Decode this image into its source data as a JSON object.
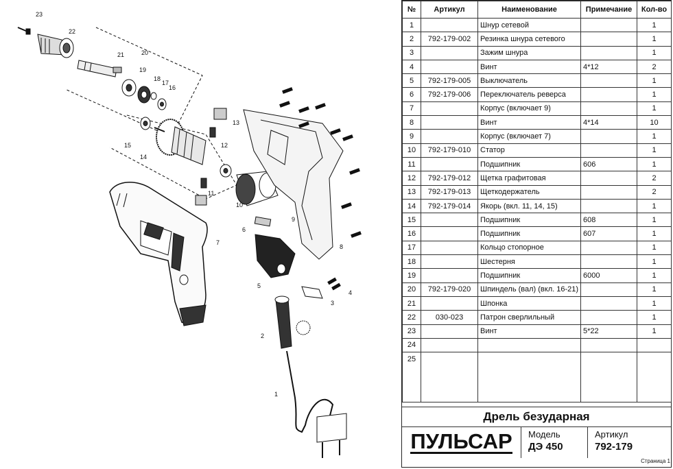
{
  "table": {
    "headers": [
      "№",
      "Артикул",
      "Наименование",
      "Примечание",
      "Кол-во"
    ],
    "rows": [
      {
        "no": "1",
        "article": "",
        "name": "Шнур сетевой",
        "note": "",
        "qty": "1"
      },
      {
        "no": "2",
        "article": "792-179-002",
        "name": "Резинка шнура сетевого",
        "note": "",
        "qty": "1"
      },
      {
        "no": "3",
        "article": "",
        "name": "Зажим шнура",
        "note": "",
        "qty": "1"
      },
      {
        "no": "4",
        "article": "",
        "name": "Винт",
        "note": "4*12",
        "qty": "2"
      },
      {
        "no": "5",
        "article": "792-179-005",
        "name": "Выключатель",
        "note": "",
        "qty": "1"
      },
      {
        "no": "6",
        "article": "792-179-006",
        "name": "Переключатель реверса",
        "note": "",
        "qty": "1"
      },
      {
        "no": "7",
        "article": "",
        "name": "Корпус (включает 9)",
        "note": "",
        "qty": "1"
      },
      {
        "no": "8",
        "article": "",
        "name": "Винт",
        "note": "4*14",
        "qty": "10"
      },
      {
        "no": "9",
        "article": "",
        "name": "Корпус (включает 7)",
        "note": "",
        "qty": "1"
      },
      {
        "no": "10",
        "article": "792-179-010",
        "name": "Статор",
        "note": "",
        "qty": "1"
      },
      {
        "no": "11",
        "article": "",
        "name": "Подшипник",
        "note": "606",
        "qty": "1"
      },
      {
        "no": "12",
        "article": "792-179-012",
        "name": "Щетка графитовая",
        "note": "",
        "qty": "2"
      },
      {
        "no": "13",
        "article": "792-179-013",
        "name": "Щеткодержатель",
        "note": "",
        "qty": "2"
      },
      {
        "no": "14",
        "article": "792-179-014",
        "name": "Якорь (вкл. 11, 14, 15)",
        "note": "",
        "qty": "1"
      },
      {
        "no": "15",
        "article": "",
        "name": "Подшипник",
        "note": "608",
        "qty": "1"
      },
      {
        "no": "16",
        "article": "",
        "name": "Подшипник",
        "note": "607",
        "qty": "1"
      },
      {
        "no": "17",
        "article": "",
        "name": "Кольцо стопорное",
        "note": "",
        "qty": "1"
      },
      {
        "no": "18",
        "article": "",
        "name": "Шестерня",
        "note": "",
        "qty": "1"
      },
      {
        "no": "19",
        "article": "",
        "name": "Подшипник",
        "note": "6000",
        "qty": "1"
      },
      {
        "no": "20",
        "article": "792-179-020",
        "name": "Шпиндель (вал) (вкл. 16-21)",
        "note": "",
        "qty": "1"
      },
      {
        "no": "21",
        "article": "",
        "name": "Шпонка",
        "note": "",
        "qty": "1"
      },
      {
        "no": "22",
        "article": "030-023",
        "name": "Патрон сверлильный",
        "note": "",
        "qty": "1"
      },
      {
        "no": "23",
        "article": "",
        "name": "Винт",
        "note": "5*22",
        "qty": "1"
      },
      {
        "no": "24",
        "article": "",
        "name": "",
        "note": "",
        "qty": ""
      },
      {
        "no": "25",
        "article": "",
        "name": "",
        "note": "",
        "qty": ""
      }
    ]
  },
  "title": "Дрель безударная",
  "brand": "ПУЛЬСАР",
  "model_label": "Модель",
  "model_value": "ДЭ 450",
  "article_label": "Артикул",
  "article_value": "792-179",
  "page": "Страница 1",
  "callouts": [
    "1",
    "2",
    "3",
    "4",
    "5",
    "6",
    "7",
    "8",
    "9",
    "10",
    "11",
    "12",
    "13",
    "14",
    "15",
    "16",
    "17",
    "18",
    "19",
    "20",
    "21",
    "22",
    "23"
  ]
}
